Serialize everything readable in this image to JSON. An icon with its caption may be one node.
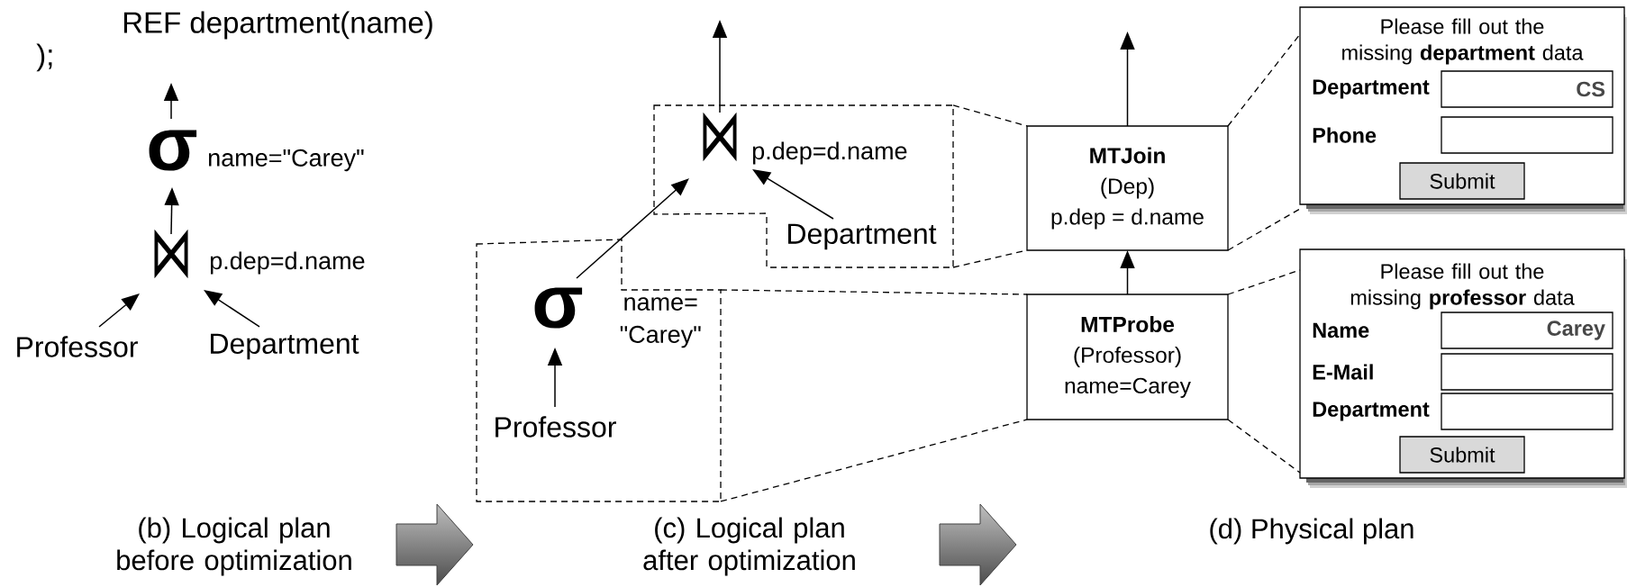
{
  "diagram": {
    "nodes": [
      {
        "text": [
          "σ"
        ],
        "beside": [
          "name=\"Carey\""
        ]
      },
      {
        "text": [
          "⋈"
        ],
        "beside": [
          "p.dep=d.name"
        ]
      },
      {
        "text": [
          "Professor"
        ]
      },
      {
        "text": [
          "Department"
        ]
      },
      {
        "text": [],
        "shape": "box"
      },
      {
        "text": [
          "⋈"
        ],
        "beside": [
          "p.dep=d.name"
        ],
        "in": 4
      },
      {
        "text": [
          "Department"
        ],
        "in": 4
      },
      {
        "text": [],
        "shape": "box"
      },
      {
        "text": [
          "σ"
        ],
        "beside": [
          "name= \"Carey\""
        ],
        "in": 7
      },
      {
        "text": [
          "Professor"
        ],
        "in": 7
      },
      {
        "text": [
          "MTJoin",
          "(Dep)",
          "p.dep = d.name"
        ]
      },
      {
        "text": [
          "MTProbe",
          "(Professor)",
          "name=Carey"
        ]
      },
      {
        "text": [
          "Please fill out the missing **department** data",
          "Department",
          "Phone"
        ]
      },
      {
        "text": [
          "CS"
        ],
        "in": 12
      },
      {
        "text": [],
        "shape": "box",
        "in": 12
      },
      {
        "text": [
          "Submit"
        ],
        "in": 12
      },
      {
        "text": [
          "Please fill out the missing **professor** data",
          "Name",
          "E-Mail",
          "Department"
        ]
      },
      {
        "text": [
          "Carey"
        ],
        "in": 16
      },
      {
        "text": [],
        "shape": "box",
        "in": 16
      },
      {
        "text": [],
        "shape": "box",
        "in": 16
      },
      {
        "text": [
          "Submit"
        ],
        "in": 16
      }
    ],
    "edges": [
      {
        "from": 0,
        "to": null,
        "arrow": "to"
      },
      {
        "from": 1,
        "to": 0,
        "arrow": "to"
      },
      {
        "from": 2,
        "to": 1,
        "arrow": "to"
      },
      {
        "from": 3,
        "to": 1,
        "arrow": "to"
      },
      {
        "from": 5,
        "to": null,
        "arrow": "to"
      },
      {
        "from": 8,
        "to": 5,
        "arrow": "to"
      },
      {
        "from": 9,
        "to": 8,
        "arrow": "to"
      },
      {
        "from": 6,
        "to": 5,
        "arrow": "to"
      },
      {
        "from": 10,
        "to": null,
        "arrow": "to"
      },
      {
        "from": 11,
        "to": 10,
        "arrow": "to"
      },
      {
        "from": 4,
        "to": 10,
        "arrow": "none",
        "style": "dashed"
      },
      {
        "from": 4,
        "to": 10,
        "arrow": "none",
        "style": "dashed"
      },
      {
        "from": 7,
        "to": 11,
        "arrow": "none",
        "style": "dashed"
      },
      {
        "from": 7,
        "to": 11,
        "arrow": "none",
        "style": "dashed"
      },
      {
        "from": 10,
        "to": 12,
        "arrow": "none",
        "style": "dashed"
      },
      {
        "from": 10,
        "to": 12,
        "arrow": "none",
        "style": "dashed"
      },
      {
        "from": 11,
        "to": 16,
        "arrow": "none",
        "style": "dashed"
      },
      {
        "from": 11,
        "to": 16,
        "arrow": "none",
        "style": "dashed"
      }
    ],
    "labels": [
      "REF department(name)",
      ");",
      "(b) Logical plan before optimization",
      "(c) Logical plan after optimization",
      "(d) Physical plan"
    ]
  }
}
